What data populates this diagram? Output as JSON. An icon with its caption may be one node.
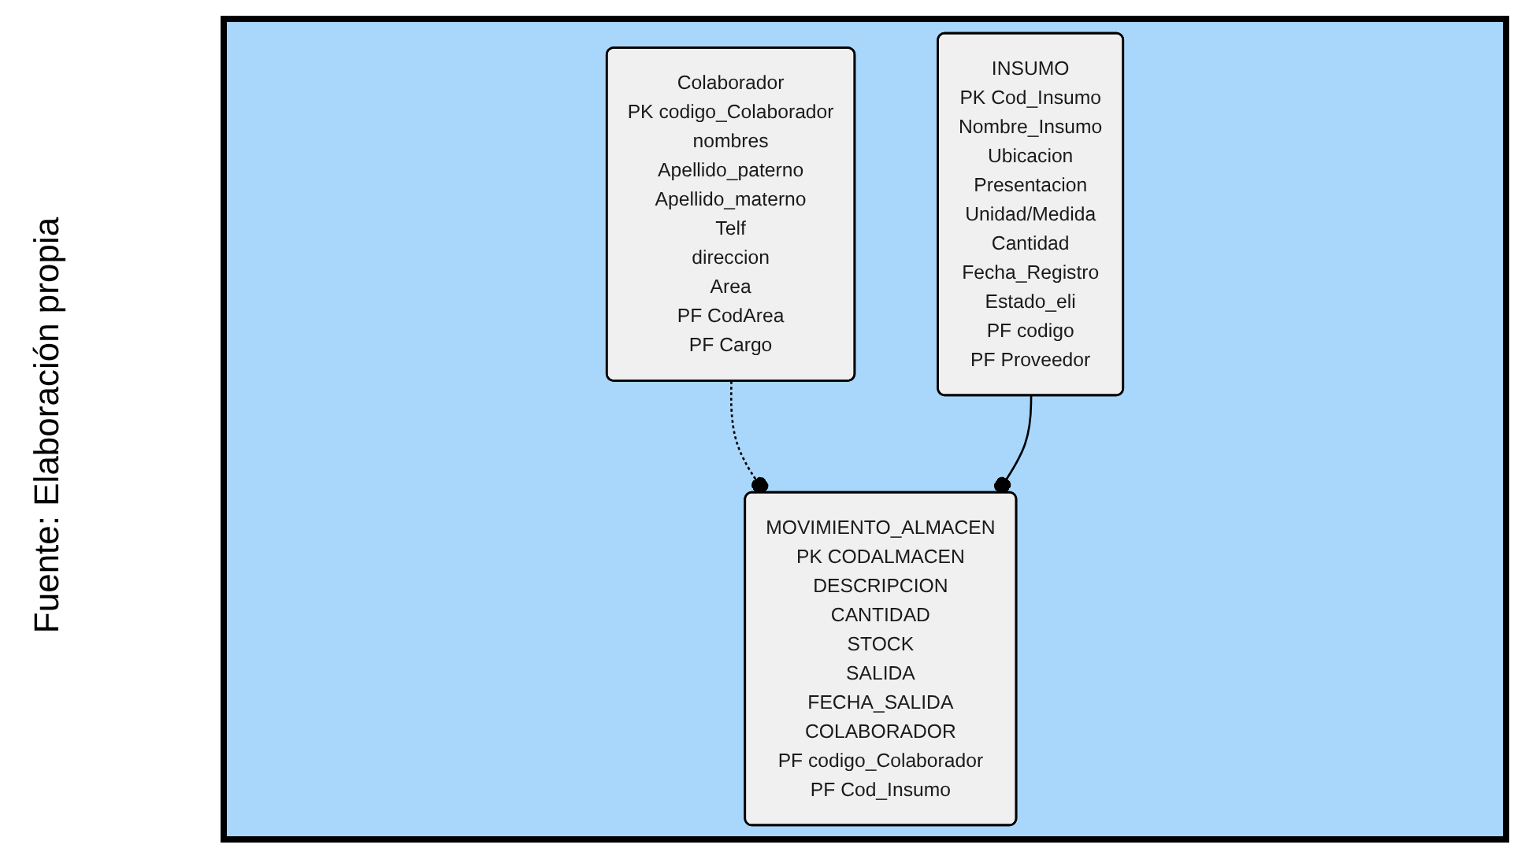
{
  "diagram": {
    "caption": "Fuente: Elaboración propia",
    "nodes": [
      {
        "text": [
          "Colaborador",
          "PK codigo_Colaborador",
          "nombres",
          "Apellido_paterno",
          "Apellido_materno",
          "Telf",
          "direccion",
          "Area",
          "PF CodArea",
          "PF Cargo"
        ]
      },
      {
        "text": [
          "INSUMO",
          "PK Cod_Insumo",
          "Nombre_Insumo",
          "Ubicacion",
          "Presentacion",
          "Unidad/Medida",
          "Cantidad",
          "Fecha_Registro",
          "Estado_eli",
          "PF codigo",
          "PF Proveedor"
        ]
      },
      {
        "text": [
          "MOVIMIENTO_ALMACEN",
          "PK CODALMACEN",
          "DESCRIPCION",
          "CANTIDAD",
          "STOCK",
          "SALIDA",
          "FECHA_SALIDA",
          "COLABORADOR",
          "PF codigo_Colaborador",
          "PF Cod_Insumo"
        ]
      }
    ],
    "edges": [
      {
        "from": 0,
        "to": 2,
        "arrow": "other",
        "style": "dashed"
      },
      {
        "from": 1,
        "to": 2,
        "arrow": "other"
      }
    ]
  }
}
